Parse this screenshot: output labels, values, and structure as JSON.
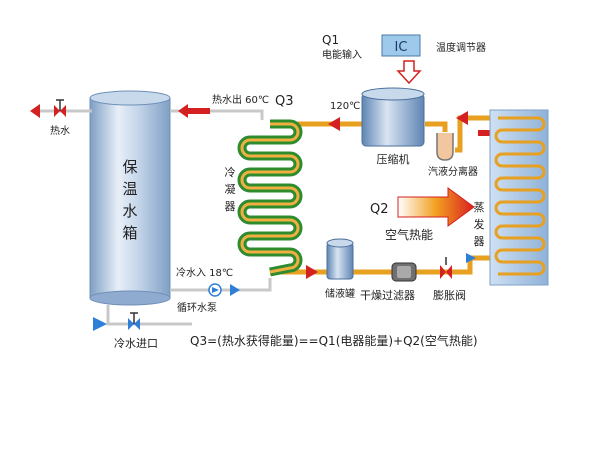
{
  "labels": {
    "q1": "Q1",
    "q1_sub": "电能输入",
    "ic": "IC",
    "temp_controller": "温度调节器",
    "hot_water_out": "热水出 60℃",
    "q3": "Q3",
    "temp_120": "120℃",
    "hot_water": "热水",
    "compressor": "压缩机",
    "separator": "汽液分离器",
    "tank_chars": [
      "保",
      "温",
      "水",
      "箱"
    ],
    "condenser_chars": [
      "冷",
      "凝",
      "器"
    ],
    "q2": "Q2",
    "air_energy": "空气热能",
    "evaporator_chars": [
      "蒸",
      "发",
      "器"
    ],
    "cold_in": "冷水入 18℃",
    "pump": "循环水泵",
    "receiver": "储液罐",
    "filter": "干燥过滤器",
    "expansion": "膨胀阀",
    "cold_inlet": "冷水进口",
    "formula": "Q3=(热水获得能量)==Q1(电器能量)+Q2(空气热能)"
  },
  "colors": {
    "pipe_hot": "#e8a020",
    "pipe_cold": "#2f7fd8",
    "arrow_red": "#d42020",
    "coil_green": "#2e8b2e",
    "tank_blue": "#9bb8d8"
  }
}
